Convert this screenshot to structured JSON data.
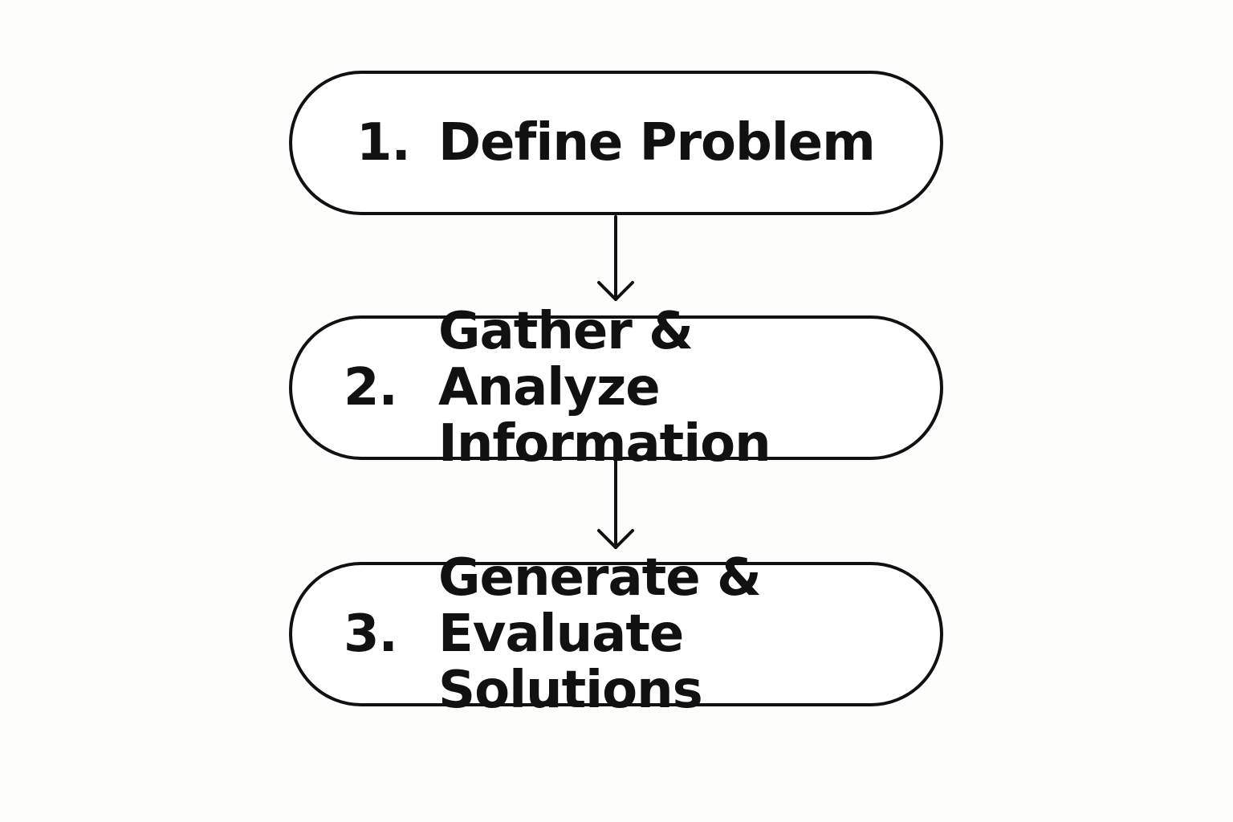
{
  "steps": [
    {
      "number": "1.",
      "label": "Define Problem"
    },
    {
      "number": "2.",
      "label": "Gather & Analyze Information"
    },
    {
      "number": "3.",
      "label": "Generate & Evaluate Solutions"
    }
  ],
  "colors": {
    "stroke": "#111111",
    "background": "#fdfdfb",
    "box_fill": "#ffffff"
  }
}
